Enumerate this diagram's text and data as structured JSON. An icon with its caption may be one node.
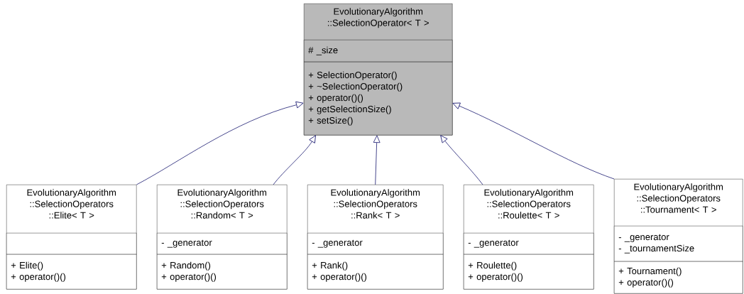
{
  "diagram": {
    "nodes": [
      {
        "text": [
          "EvolutionaryAlgorithm ::SelectionOperator< T >"
        ]
      },
      {
        "text": [
          "# _size"
        ],
        "in": 0
      },
      {
        "text": [
          "+ SelectionOperator()",
          "+ ~SelectionOperator()",
          "+ operator()()",
          "+ getSelectionSize()",
          "+ setSize()"
        ],
        "in": 0
      },
      {
        "text": [
          "EvolutionaryAlgorithm ::SelectionOperators ::Elite< T >"
        ]
      },
      {
        "text": [],
        "shape": "box",
        "in": 3
      },
      {
        "text": [
          "+ Elite()",
          "+ operator()()"
        ],
        "in": 3
      },
      {
        "text": [
          "EvolutionaryAlgorithm ::SelectionOperators ::Random< T >"
        ]
      },
      {
        "text": [
          "- _generator"
        ],
        "in": 6
      },
      {
        "text": [
          "+ Random()",
          "+ operator()()"
        ],
        "in": 6
      },
      {
        "text": [
          "EvolutionaryAlgorithm ::SelectionOperators ::Rank< T >"
        ]
      },
      {
        "text": [
          "- _generator"
        ],
        "in": 9
      },
      {
        "text": [
          "+ Rank()",
          "+ operator()()"
        ],
        "in": 9
      },
      {
        "text": [
          "EvolutionaryAlgorithm ::SelectionOperators ::Roulette< T >"
        ]
      },
      {
        "text": [
          "- _generator"
        ],
        "in": 12
      },
      {
        "text": [
          "+ Roulette()",
          "+ operator()()"
        ],
        "in": 12
      },
      {
        "text": [
          "EvolutionaryAlgorithm ::SelectionOperators ::Tournament< T >"
        ]
      },
      {
        "text": [
          "- _generator",
          "- _tournamentSize"
        ],
        "in": 15
      },
      {
        "text": [
          "+ Tournament()",
          "+ operator()()"
        ],
        "in": 15
      }
    ],
    "edges": [
      {
        "from": 3,
        "to": 0,
        "arrow": "to"
      },
      {
        "from": 6,
        "to": 0,
        "arrow": "to"
      },
      {
        "from": 9,
        "to": 0,
        "arrow": "to"
      },
      {
        "from": 12,
        "to": 0,
        "arrow": "to"
      },
      {
        "from": 15,
        "to": 0,
        "arrow": "to"
      }
    ]
  }
}
